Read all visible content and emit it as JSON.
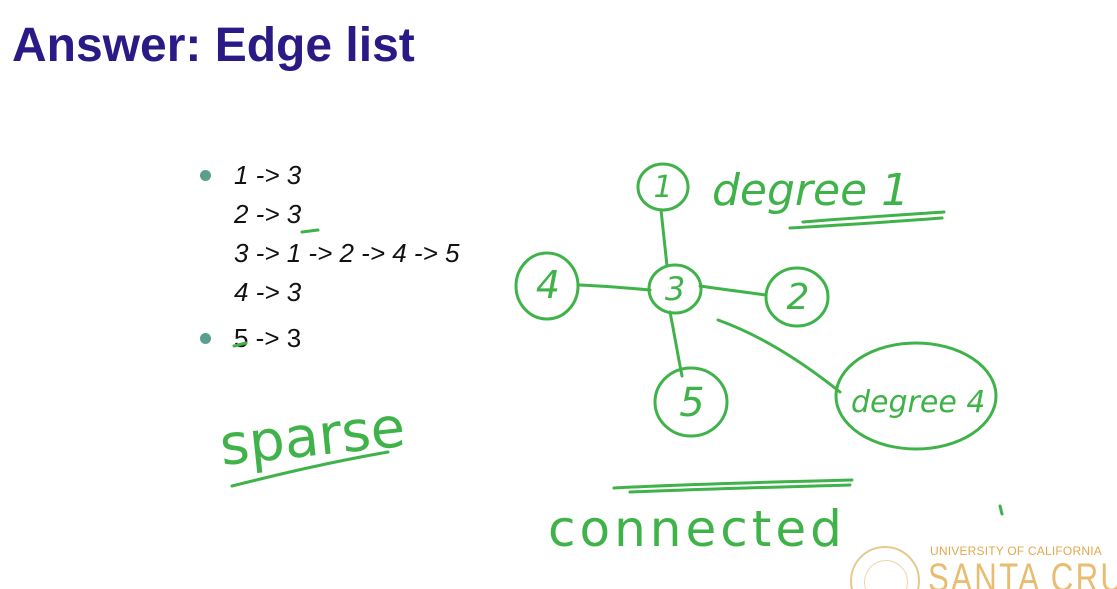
{
  "slide": {
    "title": "Answer: Edge list",
    "edge_list": [
      "1 -> 3",
      "2 -> 3",
      "3 -> 1 -> 2 -> 4 -> 5",
      "4 -> 3",
      "5 -> 3"
    ]
  },
  "handwriting": {
    "nodes": [
      "1",
      "2",
      "3",
      "4",
      "5"
    ],
    "note_degree_1": "degree 1",
    "note_degree_4": "degree 4",
    "note_sparse": "sparse",
    "note_connected": "connected"
  },
  "logo": {
    "university": "UNIVERSITY OF CALIFORNIA",
    "campus": "SANTA CRUZ"
  },
  "colors": {
    "title": "#2a1a86",
    "ink": "#3fb34a",
    "bullet": "#5a9e8e",
    "logo": "#e3a94d"
  }
}
